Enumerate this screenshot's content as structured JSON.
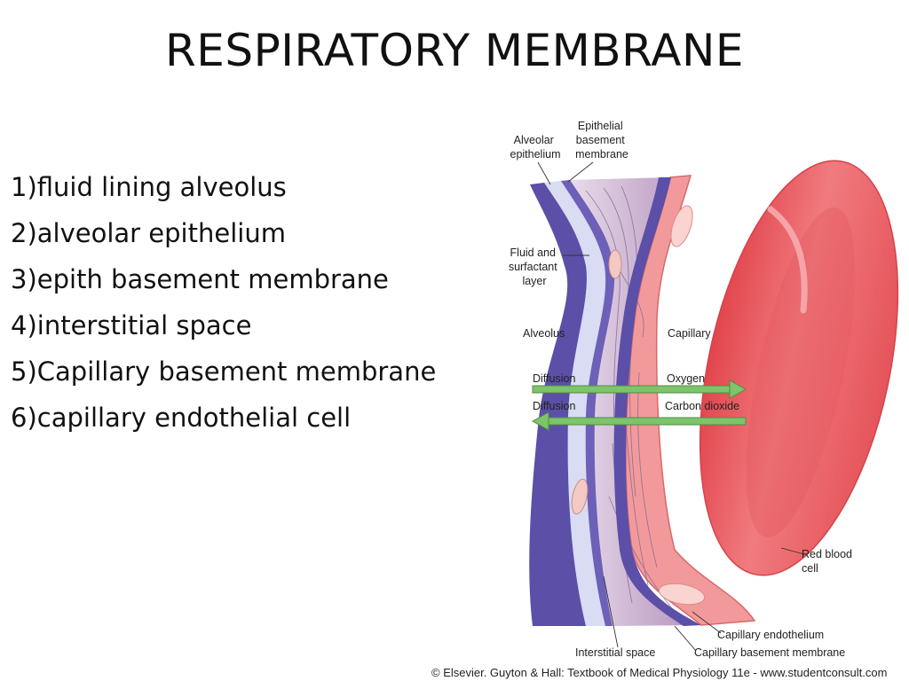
{
  "title": "RESPIRATORY MEMBRANE",
  "points": [
    "1)fluid lining alveolus",
    "2)alveolar epithelium",
    "3)epith basement membrane",
    "4)interstitial space",
    "5)Capillary basement membrane",
    "6)capillary endothelial cell"
  ],
  "diagram": {
    "labels": {
      "epithelial_basement_membrane": [
        "Epithelial",
        "basement",
        "membrane"
      ],
      "alveolar_epithelium": [
        "Alveolar",
        "epithelium"
      ],
      "fluid_surfactant": [
        "Fluid and",
        "surfactant",
        "layer"
      ],
      "alveolus": "Alveolus",
      "capillary": "Capillary",
      "diffusion_1": "Diffusion",
      "oxygen": "Oxygen",
      "diffusion_2": "Diffusion",
      "carbon_dioxide": "Carbon dioxide",
      "red_blood_cell": [
        "Red blood",
        "cell"
      ],
      "capillary_endothelium": "Capillary endothelium",
      "capillary_basement_membrane": "Capillary basement membrane",
      "interstitial_space": "Interstitial space"
    },
    "colors": {
      "epithelium": "#5b4fa8",
      "fluid_layer": "#cfd2ec",
      "interstitium": "#c7aac8",
      "endothelium": "#ee8a8c",
      "red_cell": "#e9545a",
      "arrow": "#7dc46a"
    }
  },
  "credit": "© Elsevier. Guyton & Hall: Textbook of Medical Physiology 11e - www.studentconsult.com"
}
